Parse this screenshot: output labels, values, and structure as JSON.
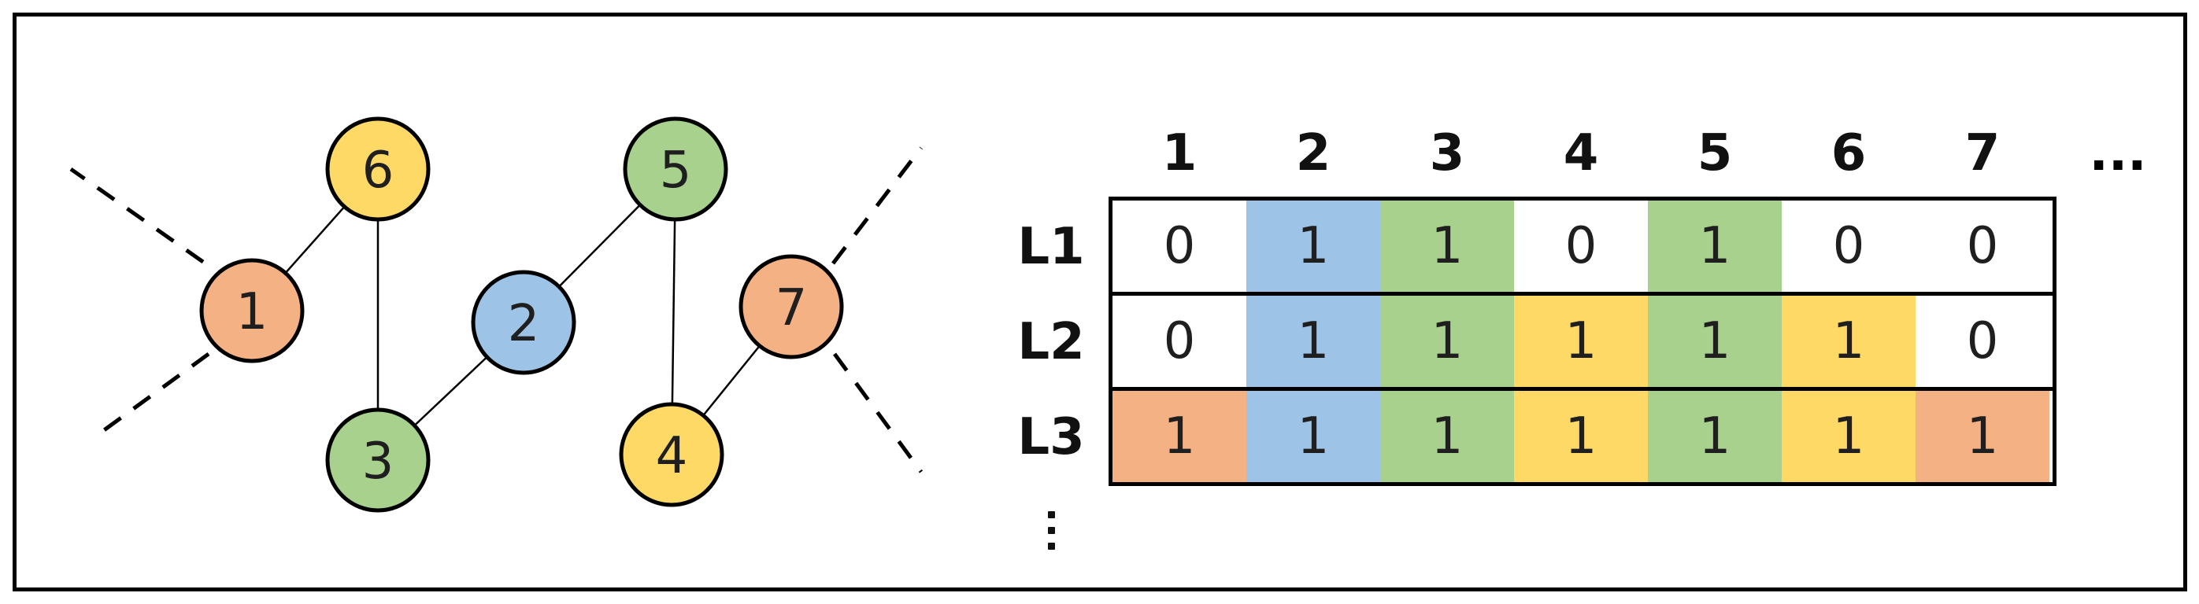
{
  "colors": {
    "orange": "#F4B183",
    "yellow": "#FFD966",
    "green": "#A9D18E",
    "blue": "#9DC3E6",
    "white": "#FFFFFF"
  },
  "graph": {
    "nodes": [
      {
        "id": "1",
        "label": "1",
        "color": "orange"
      },
      {
        "id": "6",
        "label": "6",
        "color": "yellow"
      },
      {
        "id": "3",
        "label": "3",
        "color": "green"
      },
      {
        "id": "2",
        "label": "2",
        "color": "blue"
      },
      {
        "id": "5",
        "label": "5",
        "color": "green"
      },
      {
        "id": "4",
        "label": "4",
        "color": "yellow"
      },
      {
        "id": "7",
        "label": "7",
        "color": "orange"
      }
    ],
    "edges": [
      {
        "from": "1",
        "to": "6"
      },
      {
        "from": "6",
        "to": "3"
      },
      {
        "from": "3",
        "to": "2"
      },
      {
        "from": "2",
        "to": "5"
      },
      {
        "from": "5",
        "to": "4"
      },
      {
        "from": "4",
        "to": "7"
      }
    ],
    "dangling_edges": [
      {
        "node": "1",
        "direction": "up-left"
      },
      {
        "node": "1",
        "direction": "down-left"
      },
      {
        "node": "7",
        "direction": "up-right"
      },
      {
        "node": "7",
        "direction": "down-right"
      }
    ]
  },
  "table": {
    "column_headers": [
      "1",
      "2",
      "3",
      "4",
      "5",
      "6",
      "7"
    ],
    "more_columns": "...",
    "rows": [
      {
        "label": "L1",
        "values": [
          "0",
          "1",
          "1",
          "0",
          "1",
          "0",
          "0"
        ],
        "colors": [
          "white",
          "blue",
          "green",
          "white",
          "green",
          "white",
          "white"
        ]
      },
      {
        "label": "L2",
        "values": [
          "0",
          "1",
          "1",
          "1",
          "1",
          "1",
          "0"
        ],
        "colors": [
          "white",
          "blue",
          "green",
          "yellow",
          "green",
          "yellow",
          "white"
        ]
      },
      {
        "label": "L3",
        "values": [
          "1",
          "1",
          "1",
          "1",
          "1",
          "1",
          "1"
        ],
        "colors": [
          "orange",
          "blue",
          "green",
          "yellow",
          "green",
          "yellow",
          "orange"
        ]
      }
    ],
    "more_rows": "⋮"
  }
}
